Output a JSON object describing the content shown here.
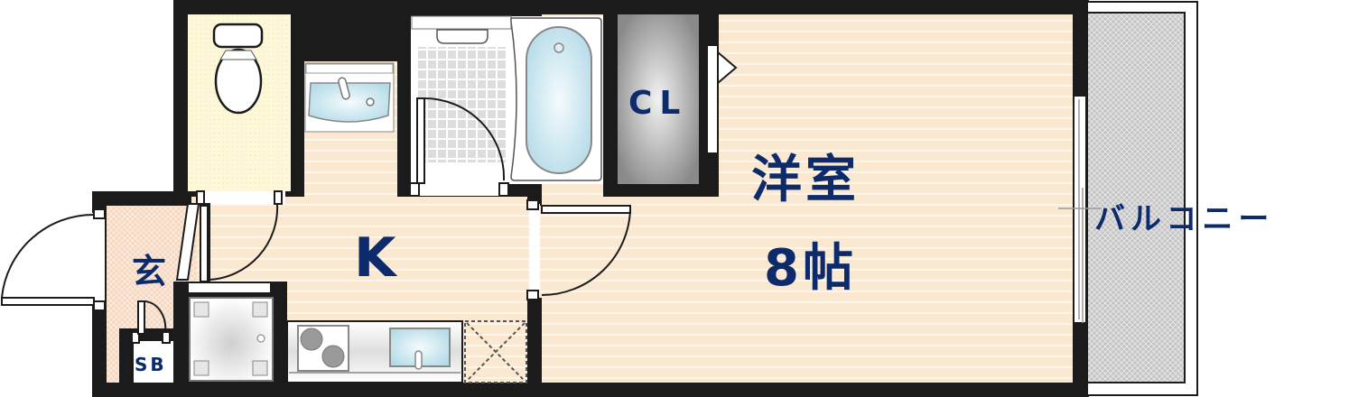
{
  "floor_plan": {
    "type": "1K apartment layout",
    "rooms": [
      {
        "id": "western_room",
        "label": "洋室",
        "size_label": "8帖",
        "size_value": 8,
        "size_unit": "帖"
      },
      {
        "id": "kitchen",
        "label": "K"
      },
      {
        "id": "closet",
        "label": "CL"
      },
      {
        "id": "entrance",
        "label": "玄"
      },
      {
        "id": "shoe_box",
        "label": "SB"
      },
      {
        "id": "balcony",
        "label": "バルコニー"
      },
      {
        "id": "toilet",
        "label": ""
      },
      {
        "id": "washbasin",
        "label": ""
      },
      {
        "id": "bathroom",
        "label": ""
      }
    ],
    "fixtures": [
      "toilet",
      "washbasin",
      "bathtub",
      "shower-area",
      "refrigerator-space",
      "two-burner-stove",
      "kitchen-sink",
      "washing-machine-space"
    ],
    "colors": {
      "wall": "#1b1b1b",
      "floor_wood": "#fbe8d0",
      "floor_stripe": "#fff6ea",
      "entrance_floor": "#f6d6bf",
      "toilet_floor": "#fdf8d8",
      "balcony_floor": "#c8c8c8",
      "closet": "#9a9a9a",
      "text": "#0d2a6b",
      "water": "#bfe1ec"
    }
  }
}
